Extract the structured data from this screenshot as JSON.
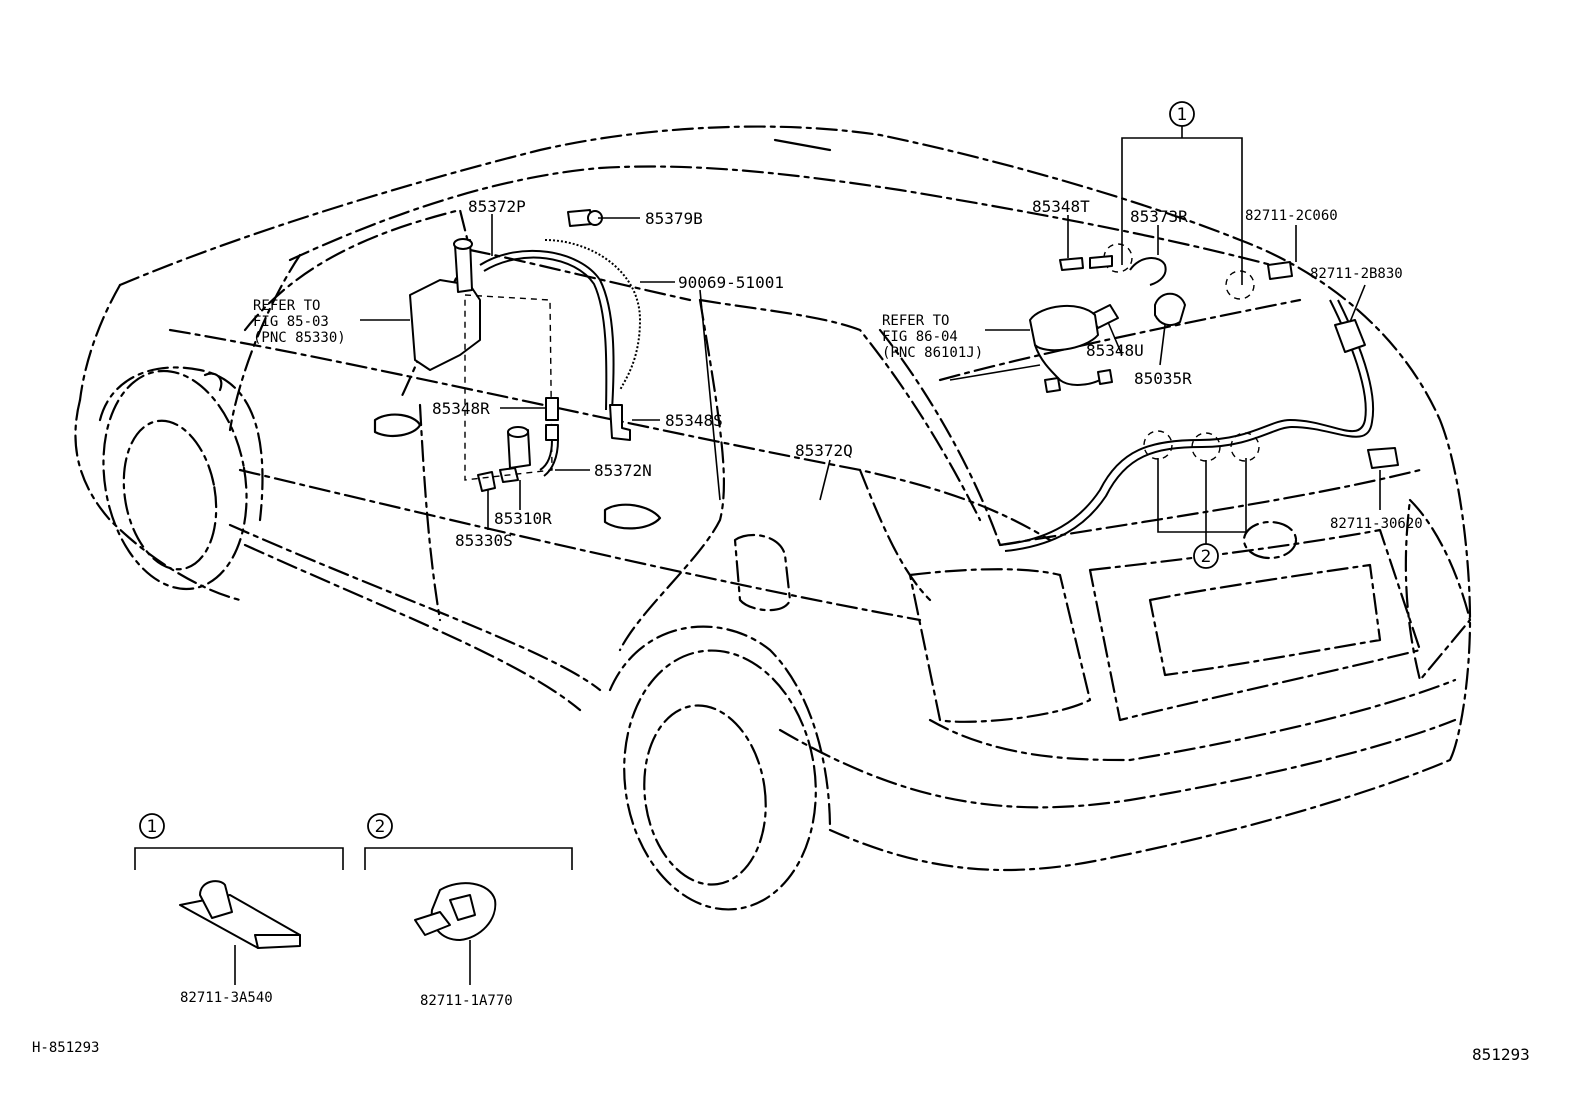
{
  "labels": {
    "p85372P": "85372P",
    "p85379B": "85379B",
    "p90069": "90069-51001",
    "p85348T": "85348T",
    "p85373R": "85373R",
    "p82711_2C060": "82711-2C060",
    "p82711_2B830": "82711-2B830",
    "p85348U": "85348U",
    "p85035R": "85035R",
    "p85348R": "85348R",
    "p85348S": "85348S",
    "p85372N": "85372N",
    "p85372Q": "85372Q",
    "p85310R": "85310R",
    "p85330S": "85330S",
    "p82711_30620": "82711-30620",
    "p82711_3A540": "82711-3A540",
    "p82711_1A770": "82711-1A770"
  },
  "refer_notes": {
    "left": {
      "line1": "REFER TO",
      "line2": "FIG 85-03",
      "line3": "(PNC 85330)"
    },
    "right": {
      "line1": "REFER TO",
      "line2": "FIG 86-04",
      "line3": "(PNC 86101J)"
    }
  },
  "callouts": {
    "one": "1",
    "two": "2"
  },
  "footer": {
    "left_code": "H-851293",
    "right_code": "851293"
  }
}
